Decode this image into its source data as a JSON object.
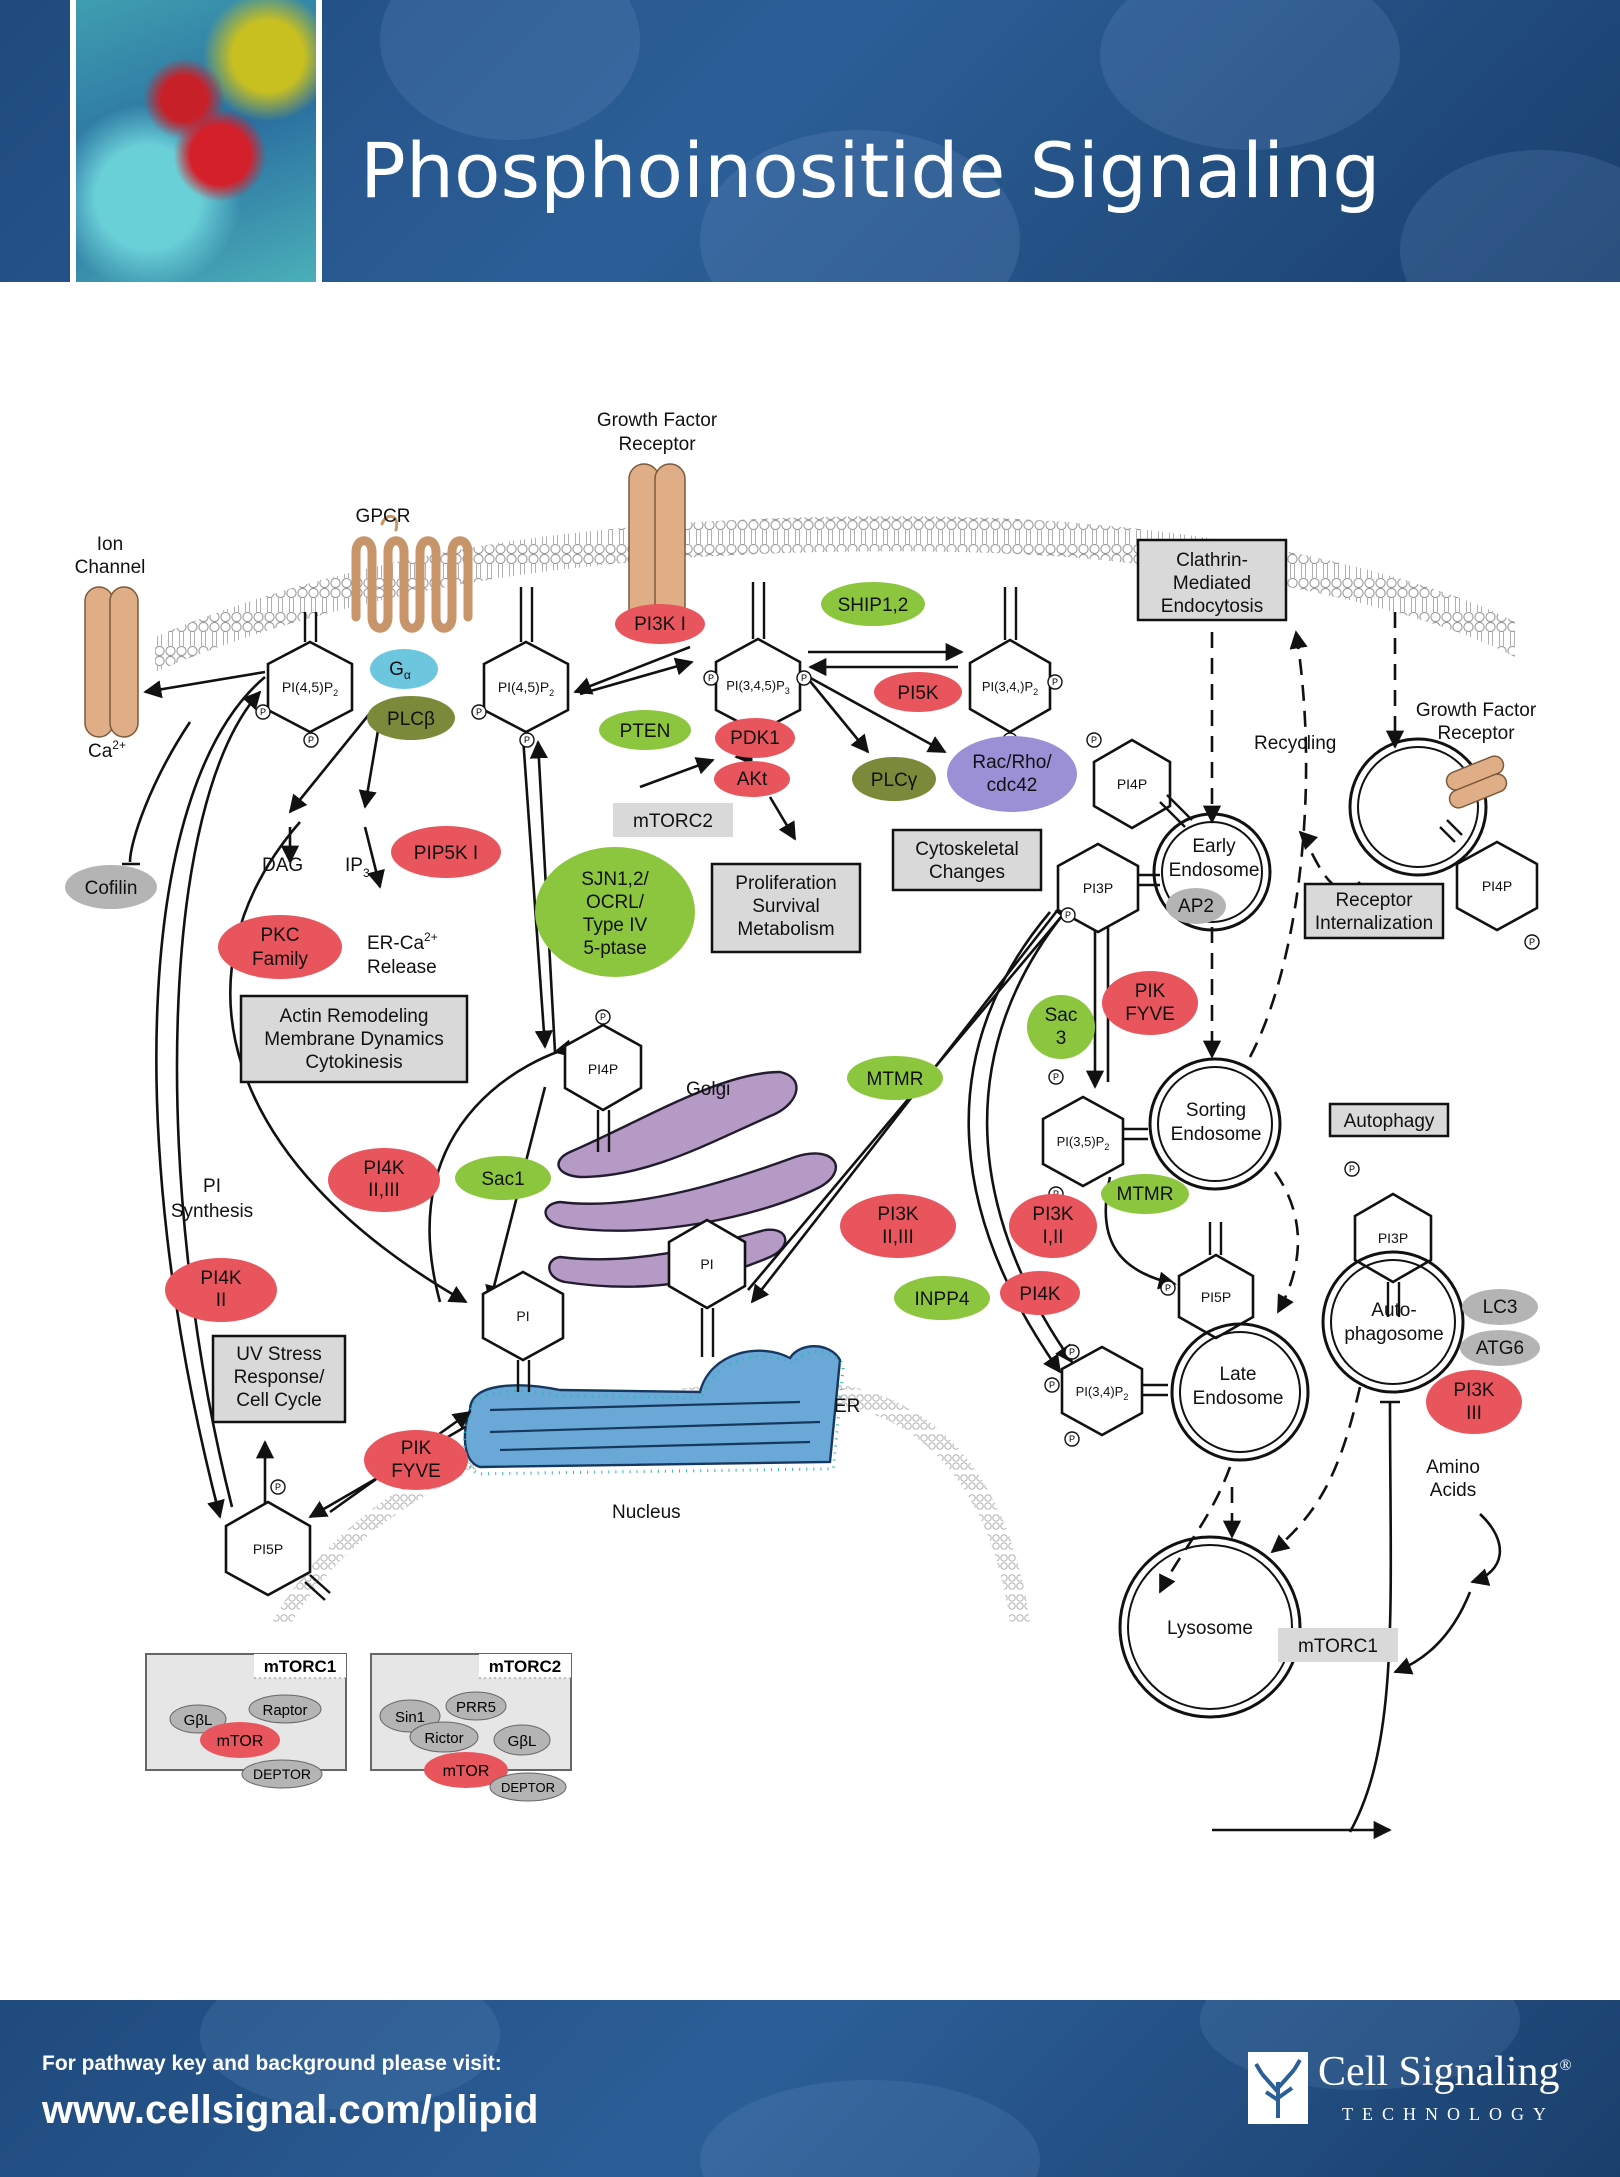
{
  "header": {
    "title": "Phosphoinositide Signaling"
  },
  "footer": {
    "visit_text": "For pathway key and background please visit:",
    "url": "www.cellsignal.com/plipid",
    "logo_name": "Cell Signaling",
    "logo_sub": "TECHNOLOGY",
    "logo_mark": "®"
  },
  "colors": {
    "red_node": "#e8555c",
    "green_node": "#8cc63f",
    "gray_node": "#b4b4b4",
    "purple_node": "#9b8fd6",
    "olive_node": "#7a8a3a",
    "cyan_node": "#6bc6de",
    "receptor": "#e0ae86",
    "golgi": "#b49ac4",
    "er": "#6aa8d8",
    "header_blue": "#2c5f98"
  },
  "labels": {
    "growth_factor_receptor_top": [
      "Growth Factor",
      "Receptor"
    ],
    "gpcr": "GPCR",
    "ion_channel": [
      "Ion",
      "Channel"
    ],
    "ca": "Ca",
    "ca_sup": "2+",
    "clathrin": [
      "Clathrin-",
      "Mediated",
      "Endocytosis"
    ],
    "recycling": "Recycling",
    "growth_factor_receptor_right": [
      "Growth Factor",
      "Receptor"
    ],
    "receptor_internalization": [
      "Receptor",
      "Internalization"
    ],
    "cytoskeletal_changes": [
      "Cytoskeletal",
      "Changes"
    ],
    "proliferation": [
      "Proliferation",
      "Survival",
      "Metabolism"
    ],
    "actin": [
      "Actin Remodeling",
      "Membrane Dynamics",
      "Cytokinesis"
    ],
    "uv_stress": [
      "UV Stress",
      "Response/",
      "Cell Cycle"
    ],
    "autophagy": "Autophagy",
    "dag": "DAG",
    "ip3": "IP",
    "ip3_sub": "3",
    "er_ca": [
      "ER-Ca",
      "Release"
    ],
    "er_ca_sup": "2+",
    "pi_synthesis": [
      "PI",
      "Synthesis"
    ],
    "golgi": "Golgi",
    "er": "ER",
    "nucleus": "Nucleus",
    "amino_acids": [
      "Amino",
      "Acids"
    ]
  },
  "lipids": {
    "pi45p2_left": "PI(4,5)P",
    "pi45p2_mid": "PI(4,5)P",
    "pi345p3": "PI(3,4,5)P",
    "pi34p2_top": "PI(3,4,)P",
    "pi4p_golgi": "PI4P",
    "pi_center": "PI",
    "pi_er": "PI",
    "pi5p_left": "PI5P",
    "pi3p": "PI3P",
    "pi35p2": "PI(3,5)P",
    "pi5p_right": "PI5P",
    "pi34p2_lower": "PI(3,4)P",
    "pi4p_early": "PI4P",
    "pi4p_receptor": "PI4P",
    "pi3p_auto": "PI3P",
    "sub2": "2",
    "sub3": "3",
    "p": "P"
  },
  "enzymes": {
    "pi3k_i": "PI3K I",
    "ship12": "SHIP1,2",
    "pi5k": "PI5K",
    "pten": "PTEN",
    "pdk1": "PDK1",
    "akt": "AKt",
    "mtorc2_mid": "mTORC2",
    "plcg": "PLCγ",
    "rac": [
      "Rac/Rho/",
      "cdc42"
    ],
    "g_alpha": "G",
    "g_alpha_sub": "α",
    "plcb": "PLCβ",
    "cofilin": "Cofilin",
    "pkc": [
      "PKC",
      "Family"
    ],
    "pip5k_i": "PIP5K I",
    "sjn": [
      "SJN1,2/",
      "OCRL/",
      "Type IV",
      "5-ptase"
    ],
    "pi4k_23": [
      "PI4K",
      "II,III"
    ],
    "sac1": "Sac1",
    "pi4k_2": [
      "PI4K",
      "II"
    ],
    "pik_fyve_left": [
      "PIK",
      "FYVE"
    ],
    "mtmr_mid": "MTMR",
    "pi3k_23": [
      "PI3K",
      "II,III"
    ],
    "inpp4": "INPP4",
    "pi4k_right": "PI4K",
    "sac3": [
      "Sac",
      "3"
    ],
    "pik_fyve_right": [
      "PIK",
      "FYVE"
    ],
    "pi3k_12": [
      "PI3K",
      "I,II"
    ],
    "mtmr_right": "MTMR",
    "ap2": "AP2",
    "lc3": "LC3",
    "atg6": "ATG6",
    "pi3k_iii": [
      "PI3K",
      "III"
    ],
    "mtorc1_lyso": "mTORC1"
  },
  "compartments": {
    "early_endosome": [
      "Early",
      "Endosome"
    ],
    "sorting_endosome": [
      "Sorting",
      "Endosome"
    ],
    "late_endosome": [
      "Late",
      "Endosome"
    ],
    "autophagosome": [
      "Auto-",
      "phagosome"
    ],
    "lysosome": "Lysosome"
  },
  "complexes": {
    "mtorc1": {
      "title": "mTORC1",
      "components": [
        "GβL",
        "Raptor",
        "mTOR",
        "DEPTOR"
      ]
    },
    "mtorc2": {
      "title": "mTORC2",
      "components": [
        "Sin1",
        "PRR5",
        "Rictor",
        "GβL",
        "mTOR",
        "DEPTOR"
      ]
    }
  }
}
